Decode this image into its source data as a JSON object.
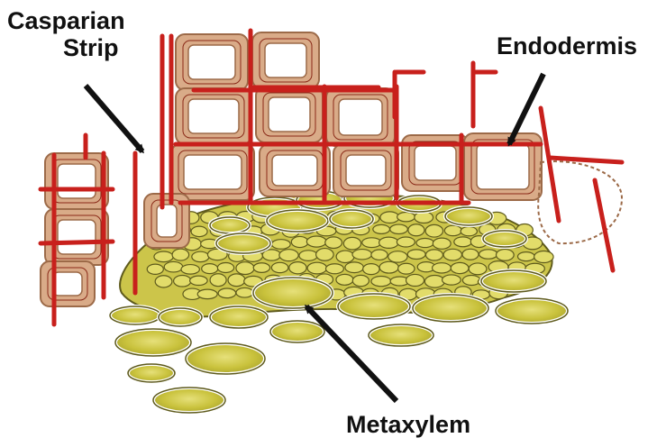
{
  "labels": {
    "casparian_line1": "Casparian",
    "casparian_line2": "Strip",
    "endodermis": "Endodermis",
    "metaxylem": "Metaxylem"
  },
  "colors": {
    "background": "#ffffff",
    "cell_wall": "#d9ab88",
    "cell_wall_dark": "#9c6a48",
    "casparian_strip": "#c8201c",
    "xylem_fill": "#c8c23a",
    "xylem_light": "#e2dc6a",
    "xylem_outline": "#5e5a1c",
    "arrow": "#111111"
  },
  "icons": {
    "arrow": "black-pointer-arrow"
  }
}
